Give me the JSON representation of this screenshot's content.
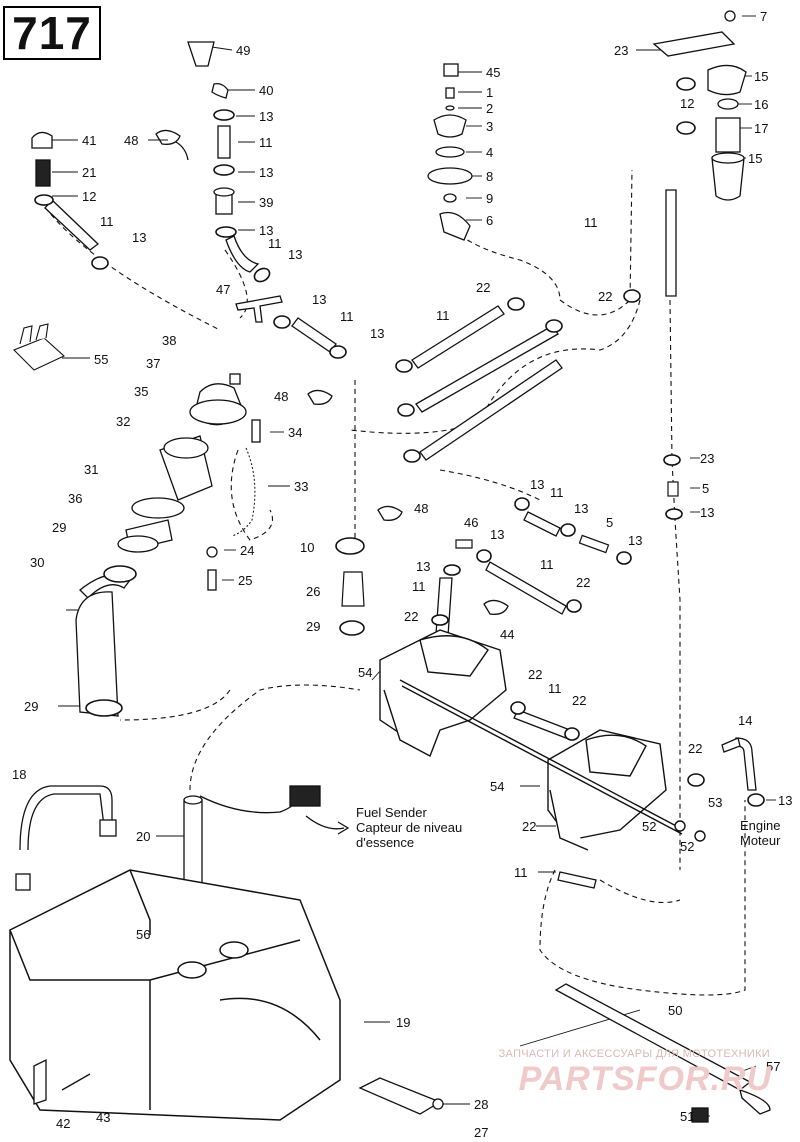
{
  "diagram": {
    "page_number": "717",
    "callouts": {
      "c49": "49",
      "c40": "40",
      "c13a": "13",
      "c48a": "48",
      "c11a": "11",
      "c13b": "13",
      "c39": "39",
      "c13c": "13",
      "c11b": "11",
      "c13d": "13",
      "c41": "41",
      "c21": "21",
      "c12a": "12",
      "c11c": "11",
      "c13e": "13",
      "c47": "47",
      "c13f": "13",
      "c11d": "11",
      "c13g": "13",
      "c55": "55",
      "c38": "38",
      "c37": "37",
      "c35": "35",
      "c48b": "48",
      "c32": "32",
      "c34": "34",
      "c33": "33",
      "c31": "31",
      "c36": "36",
      "c29a": "29",
      "c30": "30",
      "c24": "24",
      "c25": "25",
      "c29b": "29",
      "c10": "10",
      "c26": "26",
      "c29c": "29",
      "c48c": "48",
      "c45": "45",
      "c1": "1",
      "c2": "2",
      "c3": "3",
      "c4": "4",
      "c8": "8",
      "c9": "9",
      "c6": "6",
      "c22a": "22",
      "c11e": "11",
      "c7": "7",
      "c23a": "23",
      "c15a": "15",
      "c12b": "12",
      "c16": "16",
      "c17": "17",
      "c15b": "15",
      "c11f": "11",
      "c22b": "22",
      "c23b": "23",
      "c5a": "5",
      "c13h": "13",
      "c13i": "13",
      "c11g": "11",
      "c13j": "13",
      "c5b": "5",
      "c13k": "13",
      "c46": "46",
      "c13l": "13",
      "c13m": "13",
      "c11h": "11",
      "c11i": "11",
      "c22c": "22",
      "c22d": "22",
      "c44": "44",
      "c54a": "54",
      "c22e": "22",
      "c11j": "11",
      "c22f": "22",
      "c14": "14",
      "c22g": "22",
      "c13n": "13",
      "c54b": "54",
      "c53": "53",
      "c22h": "22",
      "c52a": "52",
      "c52b": "52",
      "c11k": "11",
      "c18": "18",
      "c20": "20",
      "c56": "56",
      "c19": "19",
      "c50": "50",
      "c57": "57",
      "c51": "51",
      "c42": "42",
      "c43": "43",
      "c28": "28",
      "c27": "27"
    },
    "notes": {
      "fuel_sender_en": "Fuel Sender",
      "fuel_sender_fr_1": "Capteur de niveau",
      "fuel_sender_fr_2": "d'essence",
      "engine_en": "Engine",
      "engine_fr": "Moteur"
    },
    "watermark": {
      "line1": "ЗАПЧАСТИ И АКСЕССУАРЫ ДЛЯ МОТОТЕХНИКИ",
      "line2": "PARTSFOR.RU"
    },
    "colors": {
      "ink": "#111111",
      "watermark": "#f0c9c9"
    }
  }
}
